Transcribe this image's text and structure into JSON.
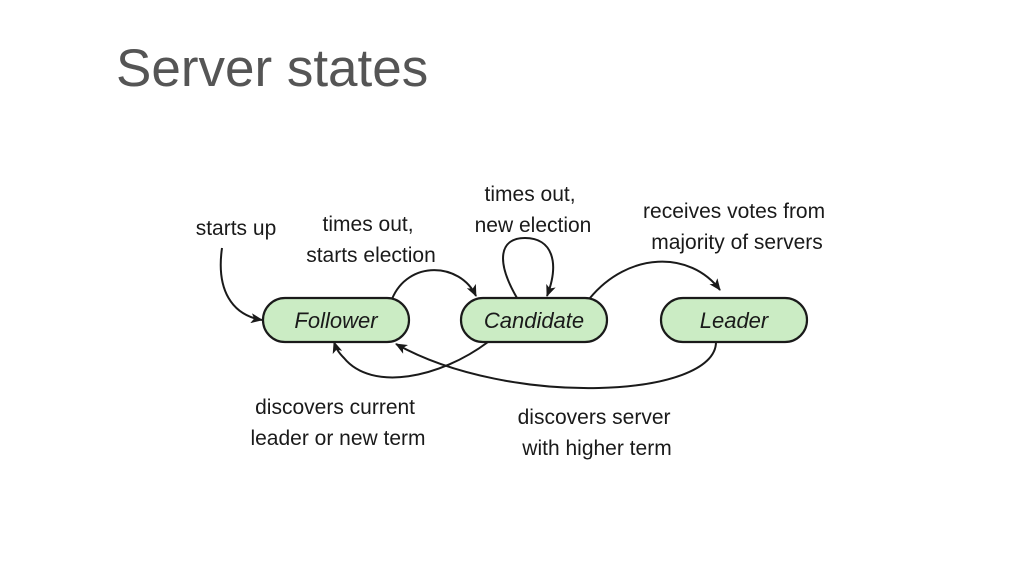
{
  "slide": {
    "title": "Server states"
  },
  "diagram": {
    "states": {
      "follower": "Follower",
      "candidate": "Candidate",
      "leader": "Leader"
    },
    "transitions": {
      "starts_up": [
        "starts up"
      ],
      "follower_to_candidate": [
        "times out,",
        "starts election"
      ],
      "candidate_self": [
        "times out,",
        "new election"
      ],
      "candidate_to_leader": [
        "receives votes from",
        "majority of servers"
      ],
      "candidate_to_follower": [
        "discovers current",
        "leader or new term"
      ],
      "leader_to_follower": [
        "discovers server",
        "with higher term"
      ]
    },
    "colors": {
      "state_fill": "#cbecc4",
      "stroke": "#1a1a1a",
      "title": "#555555"
    }
  }
}
